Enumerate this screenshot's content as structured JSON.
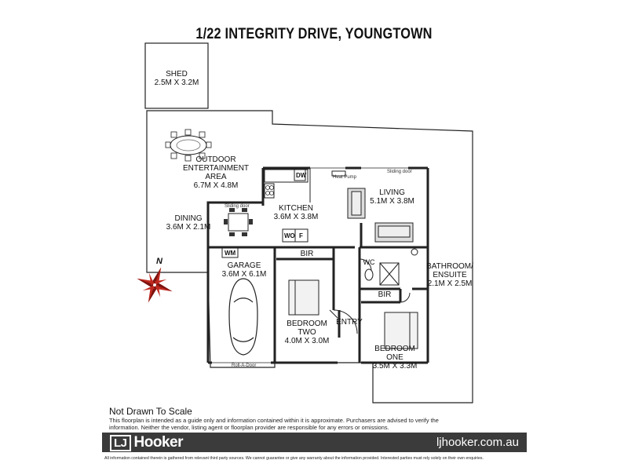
{
  "title": "1/22 INTEGRITY DRIVE,  YOUNGTOWN",
  "rooms": {
    "shed": {
      "name": "SHED",
      "dims": "2.5M X 3.2M"
    },
    "outdoor": {
      "name1": "OUTDOOR",
      "name2": "ENTERTAINMENT",
      "name3": "AREA",
      "dims": "6.7M X 4.8M"
    },
    "kitchen": {
      "name": "KITCHEN",
      "dims": "3.6M X 3.8M"
    },
    "living": {
      "name": "LIVING",
      "dims": "5.1M X 3.8M"
    },
    "dining": {
      "name": "DINING",
      "dims": "3.6M X 2.1M"
    },
    "garage": {
      "name": "GARAGE",
      "dims": "3.6M X 6.1M"
    },
    "bathroom": {
      "name1": "BATHROOM/",
      "name2": "ENSUITE",
      "dims": "2.1M X 2.5M"
    },
    "bedroom_two": {
      "name": "BEDROOM TWO",
      "dims": "4.0M X 3.0M"
    },
    "bedroom_one": {
      "name": "BEDROOM ONE",
      "dims": "3.5M X 3.3M"
    }
  },
  "labels": {
    "bir1": "BIR",
    "bir2": "BIR",
    "entry": "ENTRY",
    "wc": "WC",
    "wo": "WO",
    "f": "F",
    "wm": "WM",
    "dw": "DW",
    "heat_pump": "Heat Pump",
    "sliding_door_1": "Sliding door",
    "sliding_door_2": "Sliding door",
    "roll_a_door": "Roll-A-Door",
    "north": "N"
  },
  "footer": {
    "not_to_scale": "Not Drawn To Scale",
    "disclaimer": "This floorplan is intended as a guide only and information contained within it is approximate. Purchasers are advised to verify the information. Neither the vendor, listing agent or floorplan provider are responsible for any errors or omissions.",
    "brand_lj": "LJ",
    "brand_name": "Hooker",
    "website": "ljhooker.com.au",
    "fine_print": "All information contained therein is gathered from relevant third party sources. We cannot guarantee or give any warranty about the information provided. Interested parties must rely solely on their own enquiries."
  },
  "colors": {
    "wall": "#222222",
    "banner": "#3b3b3b",
    "compass_red": "#c0281e"
  }
}
